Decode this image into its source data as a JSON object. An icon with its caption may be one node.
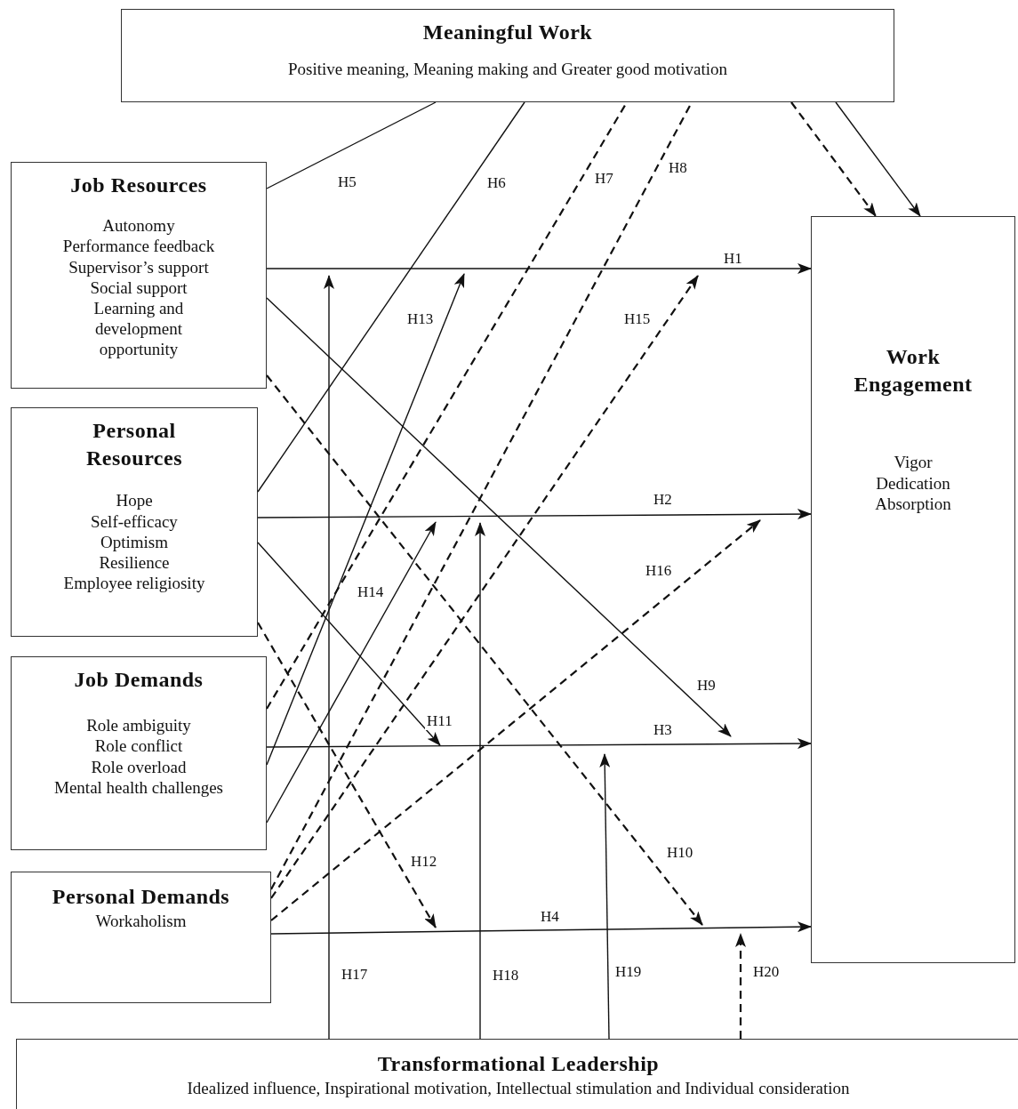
{
  "diagram": {
    "nodes": [
      {
        "text": [
          "Meaningful Work",
          "Positive meaning, Meaning making and Greater good motivation"
        ]
      },
      {
        "text": [
          "Job Resources",
          "Autonomy",
          "Performance feedback",
          "Supervisor’s support",
          "Social support",
          "Learning and development opportunity"
        ]
      },
      {
        "text": [
          "Personal Resources",
          "Hope",
          "Self-efficacy",
          "Optimism",
          "Resilience",
          "Employee religiosity"
        ]
      },
      {
        "text": [
          "Job Demands",
          "Role ambiguity",
          "Role conflict",
          "Role overload",
          "Mental health challenges"
        ]
      },
      {
        "text": [
          "Personal Demands",
          "Workaholism"
        ]
      },
      {
        "text": [
          "Work Engagement",
          "Vigor",
          "Dedication",
          "Absorption"
        ]
      },
      {
        "text": [
          "Transformational Leadership",
          "Idealized influence, Inspirational motivation, Intellectual stimulation and Individual consideration"
        ]
      }
    ],
    "edges": [
      {
        "from": 1,
        "to": 5,
        "arrow": "to",
        "label": "H1"
      },
      {
        "from": 2,
        "to": 5,
        "arrow": "to",
        "label": "H2"
      },
      {
        "from": 3,
        "to": 5,
        "arrow": "to",
        "label": "H3"
      },
      {
        "from": 4,
        "to": 5,
        "arrow": "to",
        "label": "H4"
      },
      {
        "from": 0,
        "to": 5,
        "arrow": "to",
        "style": "dashed"
      },
      {
        "from": 0,
        "to": 5,
        "arrow": "to"
      },
      {
        "from": 1,
        "to": 0,
        "arrow": "none",
        "label": "H5"
      },
      {
        "from": 2,
        "to": 0,
        "arrow": "none",
        "label": "H6"
      },
      {
        "from": 3,
        "to": 0,
        "arrow": "none",
        "style": "dashed",
        "label": "H7"
      },
      {
        "from": 4,
        "to": 0,
        "arrow": "none",
        "style": "dashed",
        "label": "H8"
      },
      {
        "from": 1,
        "to": null,
        "arrow": "to",
        "label": "H9"
      },
      {
        "from": 1,
        "to": null,
        "arrow": "to",
        "style": "dashed",
        "label": "H10"
      },
      {
        "from": 2,
        "to": null,
        "arrow": "to",
        "label": "H11"
      },
      {
        "from": 2,
        "to": null,
        "arrow": "to",
        "style": "dashed",
        "label": "H12"
      },
      {
        "from": 3,
        "to": null,
        "arrow": "to",
        "label": "H13"
      },
      {
        "from": 3,
        "to": null,
        "arrow": "to",
        "label": "H14"
      },
      {
        "from": 4,
        "to": null,
        "arrow": "to",
        "style": "dashed",
        "label": "H15"
      },
      {
        "from": 4,
        "to": null,
        "arrow": "to",
        "style": "dashed",
        "label": "H16"
      },
      {
        "from": 6,
        "to": null,
        "arrow": "to",
        "label": "H17"
      },
      {
        "from": 6,
        "to": null,
        "arrow": "to",
        "label": "H18"
      },
      {
        "from": 6,
        "to": null,
        "arrow": "to",
        "label": "H19"
      },
      {
        "from": 6,
        "to": null,
        "arrow": "to",
        "style": "dashed",
        "label": "H20"
      }
    ]
  }
}
